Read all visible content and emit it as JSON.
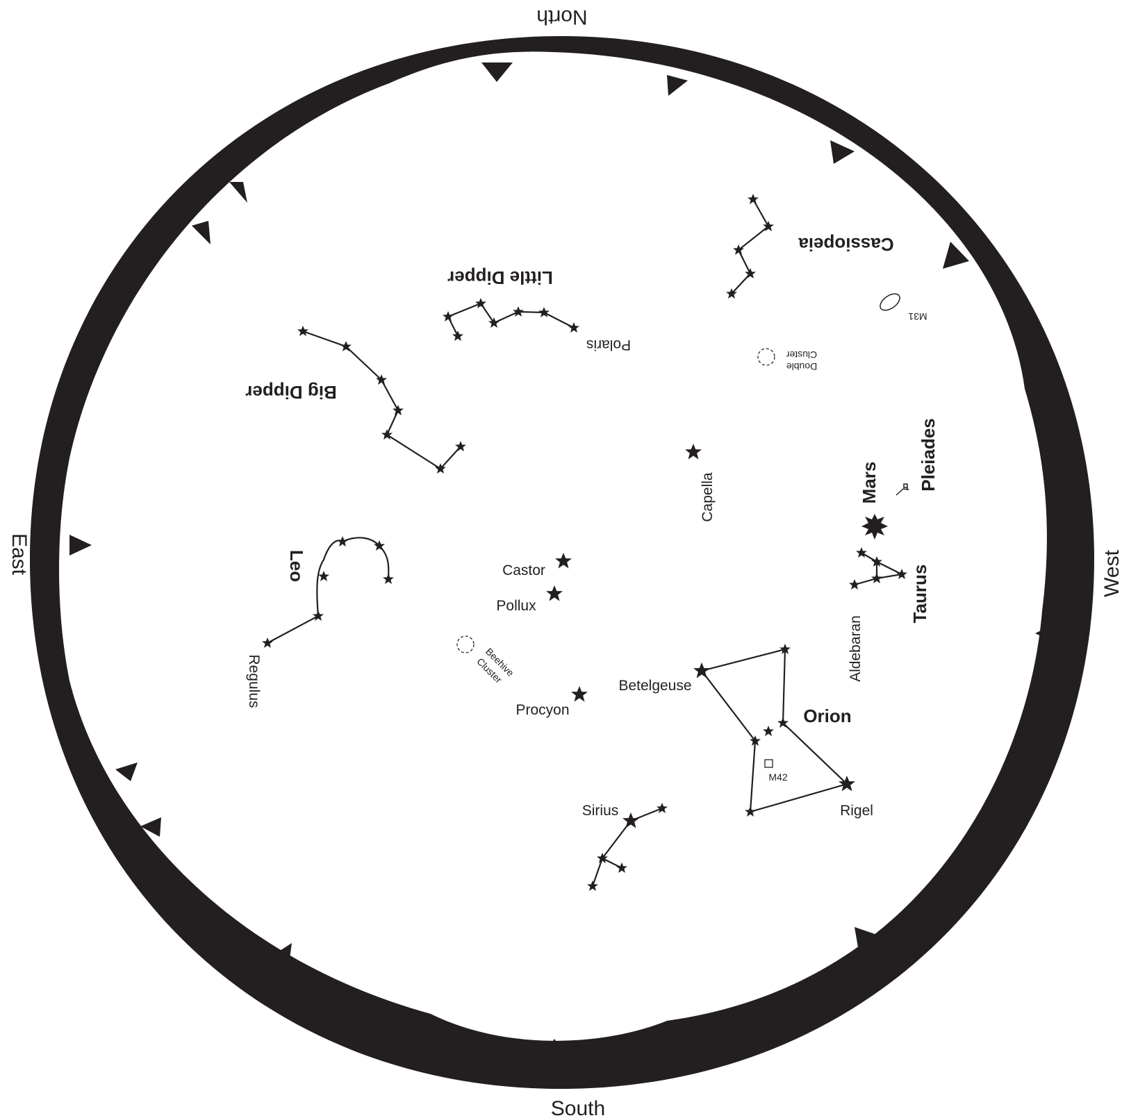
{
  "directions": {
    "north": "North",
    "south": "South",
    "east": "East",
    "west": "West"
  },
  "constellations": {
    "cassiopeia": "Cassiopeia",
    "little_dipper": "Little  Dipper",
    "big_dipper": "Big Dipper",
    "leo": "Leo",
    "orion": "Orion",
    "taurus": "Taurus",
    "pleiades": "Pleiades",
    "mars": "Mars"
  },
  "stars": {
    "polaris": "Polaris",
    "capella": "Capella",
    "castor": "Castor",
    "pollux": "Pollux",
    "procyon": "Procyon",
    "betelgeuse": "Betelgeuse",
    "rigel": "Rigel",
    "sirius": "Sirius",
    "regulus": "Regulus",
    "aldebaran": "Aldebaran"
  },
  "deep_sky": {
    "m31": "M31",
    "double_cluster_line1": "Double",
    "double_cluster_line2": "Cluster",
    "beehive_line1": "Beehive",
    "beehive_line2": "Cluster",
    "m42": "M42"
  },
  "colors": {
    "ink": "#231f20",
    "background": "#ffffff"
  }
}
